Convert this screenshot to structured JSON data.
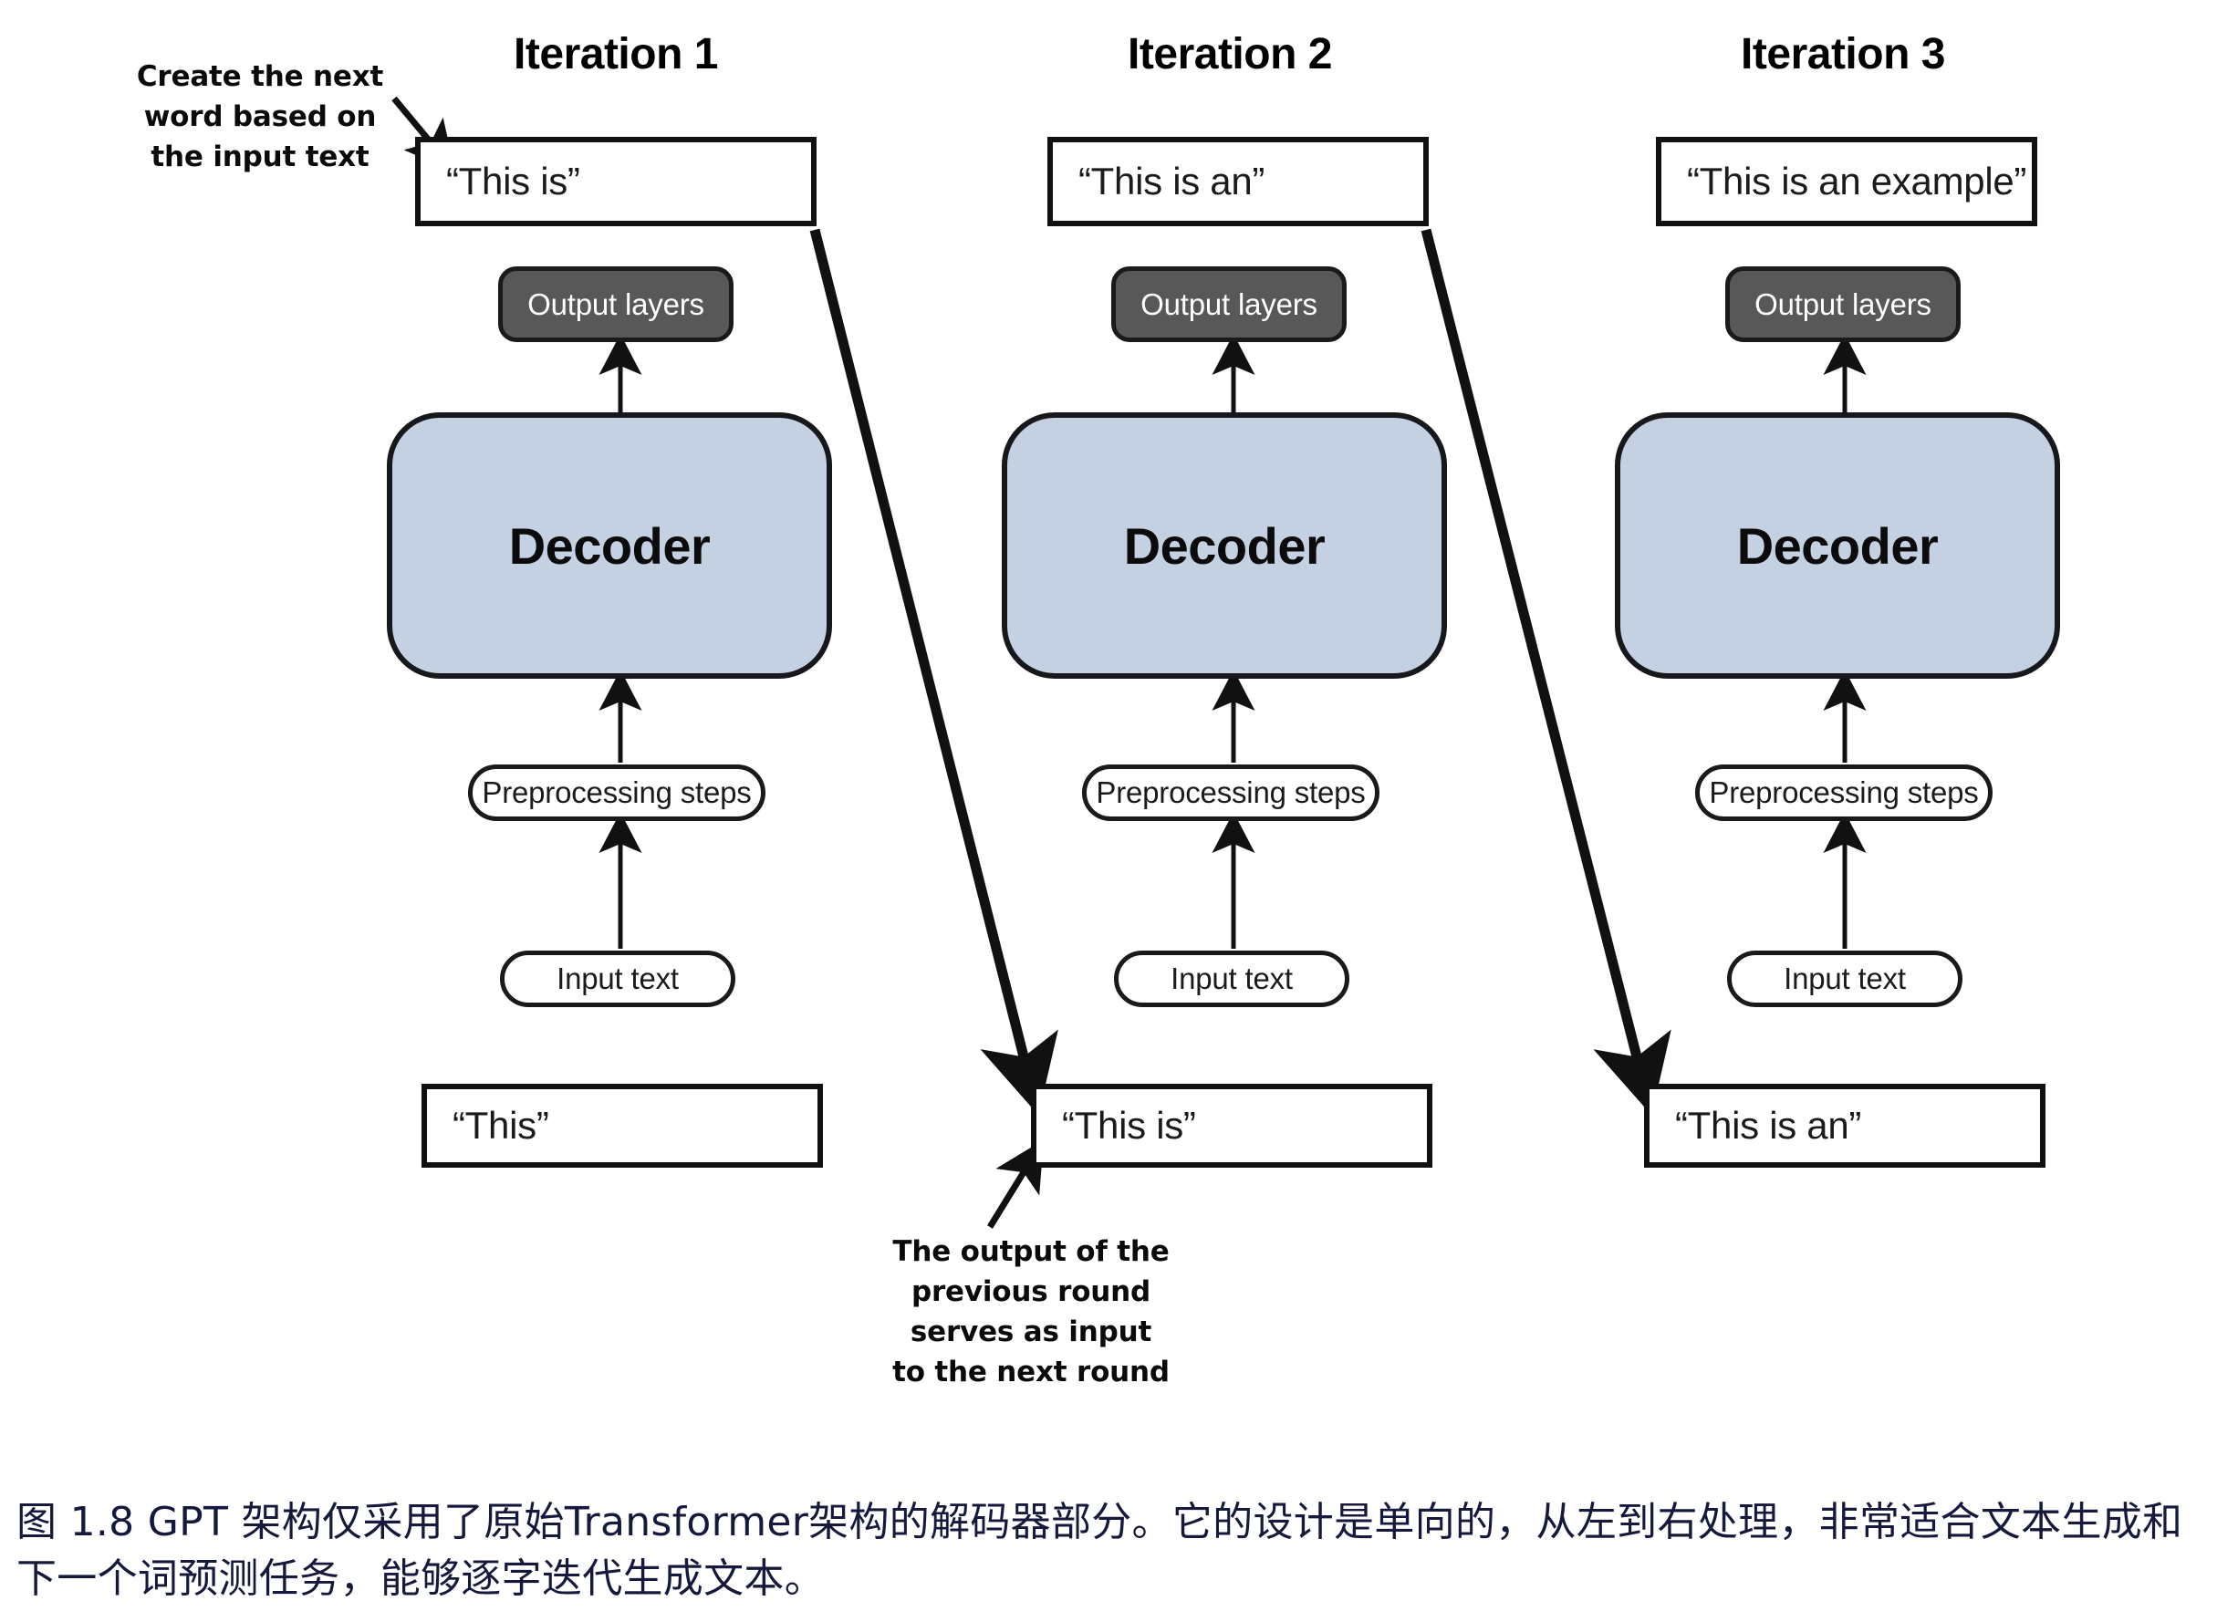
{
  "figure": {
    "caption": "图 1.8  GPT 架构仅采用了原始Transformer架构的解码器部分。它的设计是单向的，从左到右处理，非常适合文本生成和下一个词预测任务，能够逐字迭代生成文本。",
    "background_color": "#ffffff",
    "caption_color": "#151a3d"
  },
  "annotations": {
    "top_left": "Create the next word based on the input text",
    "bottom_center": "The output of the previous round serves as input to the next round"
  },
  "colors": {
    "decoder_fill": "#c4d1e2",
    "decoder_border": "#17181c",
    "output_layers_fill": "#585858",
    "output_layers_text": "#ffffff",
    "box_border": "#111111",
    "arrow": "#111111"
  },
  "shared_labels": {
    "output_layers": "Output layers",
    "decoder": "Decoder",
    "preprocessing": "Preprocessing steps",
    "input_text": "Input text"
  },
  "columns": [
    {
      "title": "Iteration 1",
      "generated_text": "“This is”",
      "output_layers": "Output layers",
      "decoder": "Decoder",
      "preprocessing": "Preprocessing steps",
      "input_text": "Input text",
      "input_string": "“This”"
    },
    {
      "title": "Iteration 2",
      "generated_text": "“This is an”",
      "output_layers": "Output layers",
      "decoder": "Decoder",
      "preprocessing": "Preprocessing steps",
      "input_text": "Input text",
      "input_string": "“This is”"
    },
    {
      "title": "Iteration 3",
      "generated_text": "“This is an example”",
      "output_layers": "Output layers",
      "decoder": "Decoder",
      "preprocessing": "Preprocessing steps",
      "input_text": "Input text",
      "input_string": "“This is an”"
    }
  ]
}
